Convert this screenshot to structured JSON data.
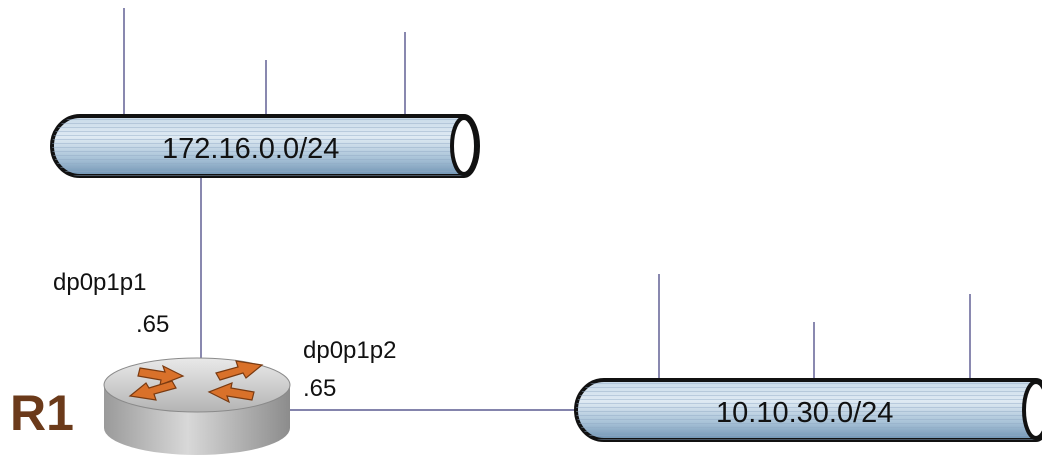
{
  "networks": [
    {
      "id": "net-top",
      "label": "172.16.0.0/24"
    },
    {
      "id": "net-right",
      "label": "10.10.30.0/24"
    }
  ],
  "router": {
    "name": "R1",
    "icon": "router-icon",
    "interfaces": [
      {
        "name": "dp0p1p1",
        "address": ".65"
      },
      {
        "name": "dp0p1p2",
        "address": ".65"
      }
    ]
  },
  "colors": {
    "pipe_light": "#dfeaf3",
    "pipe_mid": "#a9c3d8",
    "pipe_dark": "#6f93b3",
    "router_label": "#6b3a1a",
    "arrow": "#d9712a",
    "line": "#3b3a7a"
  }
}
